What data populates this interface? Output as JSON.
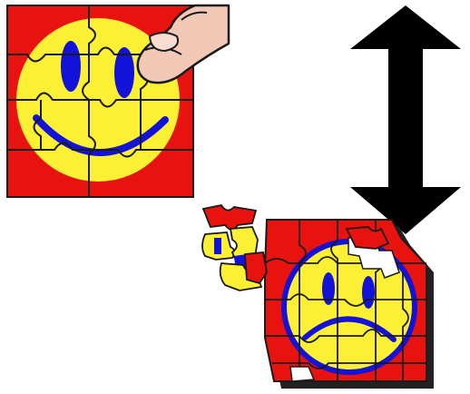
{
  "scene": {
    "colors": {
      "red": "#e8120e",
      "yellow": "#fbf033",
      "blue": "#1212d8",
      "skin": "#f2c9b6",
      "outline": "#1a1a1a",
      "shadow": "#222222",
      "arrow": "#000000"
    },
    "assembled_puzzle": {
      "face": "happy",
      "pieces": 12
    },
    "scattered_puzzle": {
      "face": "sad",
      "state": "broken-apart"
    },
    "arrow": {
      "direction": "bidirectional-vertical"
    }
  }
}
